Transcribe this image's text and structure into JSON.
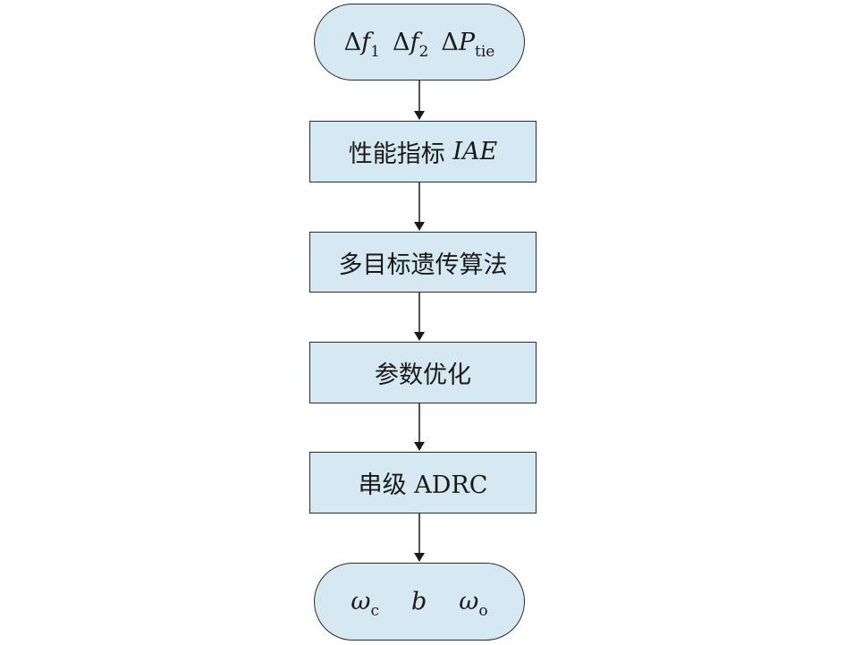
{
  "colors": {
    "node_fill": "#d6e8f1",
    "border": "#2b2b2b",
    "arrow": "#1a1a1a"
  },
  "flow": {
    "start": {
      "terms": [
        {
          "delta": "Δ",
          "symbol": "f",
          "sub": "1"
        },
        {
          "delta": "Δ",
          "symbol": "f",
          "sub": "2"
        },
        {
          "delta": "Δ",
          "symbol": "P",
          "sub": "tie"
        }
      ]
    },
    "steps": [
      {
        "text": "性能指标",
        "italic": "IAE"
      },
      {
        "text": "多目标遗传算法"
      },
      {
        "text": "参数优化"
      },
      {
        "text": "串级 ADRC"
      }
    ],
    "end": {
      "terms": [
        {
          "symbol": "ω",
          "sub": "c"
        },
        {
          "symbol": "b",
          "sub": ""
        },
        {
          "symbol": "ω",
          "sub": "o"
        }
      ]
    }
  }
}
